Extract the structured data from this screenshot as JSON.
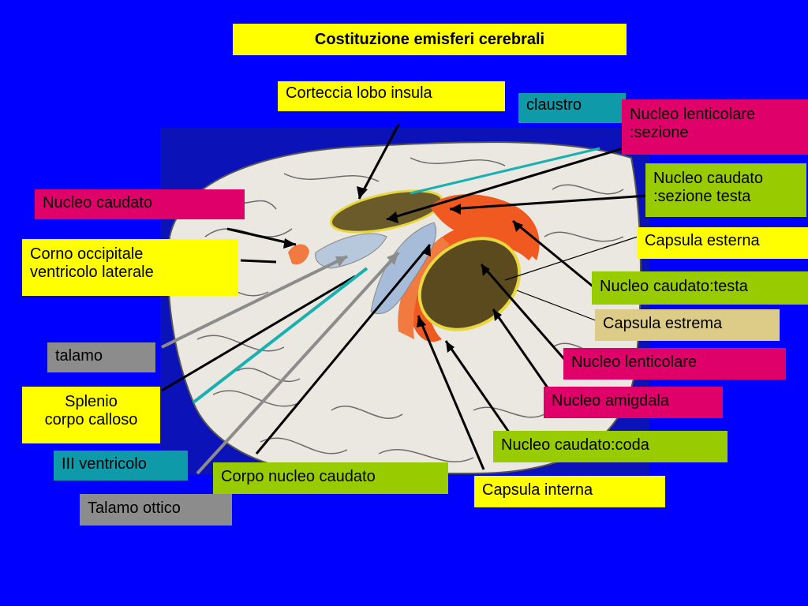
{
  "title": "Costituzione emisferi cerebrali",
  "colors": {
    "background": "#0000ff",
    "label_yellow": "#ffff00",
    "label_magenta": "#e0006a",
    "label_teal": "#0e9aa8",
    "label_lime": "#99cc00",
    "label_gray": "#8c8c8c",
    "label_tan": "#ddcc88"
  },
  "labels": {
    "corteccia_lobo_insula": "Corteccia lobo insula",
    "claustro": "claustro",
    "nucleo_lenticolare_sezione_1": "Nucleo lenticolare",
    "nucleo_lenticolare_sezione_2": ":sezione",
    "nucleo_caudato_sezione_testa_1": "Nucleo caudato",
    "nucleo_caudato_sezione_testa_2": ":sezione testa",
    "nucleo_caudato": "Nucleo caudato",
    "capsula_esterna": "Capsula esterna",
    "corno_occipitale_1": "Corno occipitale",
    "corno_occipitale_2": "ventricolo laterale",
    "nucleo_caudato_testa": "Nucleo caudato:testa",
    "capsula_estrema": "Capsula estrema",
    "talamo": "talamo",
    "nucleo_lenticolare": "Nucleo lenticolare",
    "splenio_1": "Splenio",
    "splenio_2": "corpo calloso",
    "nucleo_amigdala": "Nucleo amigdala",
    "nucleo_caudato_coda": "Nucleo caudato:coda",
    "iii_ventricolo": "III ventricolo",
    "corpo_nucleo_caudato": "Corpo nucleo caudato",
    "capsula_interna": "Capsula interna",
    "talamo_ottico": "Talamo ottico"
  }
}
